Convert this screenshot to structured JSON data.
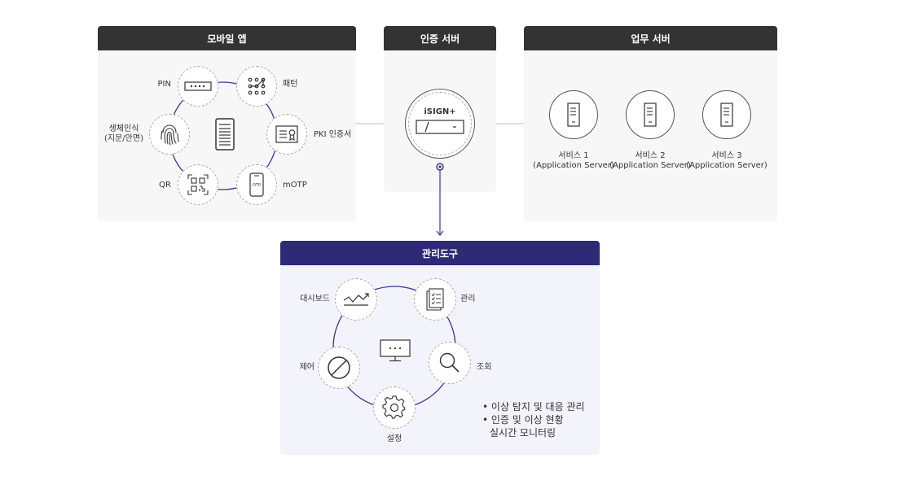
{
  "mobile": {
    "title": "모바일 앱",
    "methods": {
      "pin": "PIN",
      "pattern": "패턴",
      "pki": "PKI 인증서",
      "motp": "mOTP",
      "qr": "QR",
      "bio_line1": "생체인식",
      "bio_line2": "(지문/안면)"
    },
    "otp_text": "OTP"
  },
  "auth": {
    "title": "인증 서버",
    "product": "iSIGN+"
  },
  "business": {
    "title": "업무 서버",
    "servers": [
      {
        "name": "서비스 1",
        "type": "(Application Server)"
      },
      {
        "name": "서비스 2",
        "type": "(Application Server)"
      },
      {
        "name": "서비스 3",
        "type": "(Application Server)"
      }
    ]
  },
  "admin": {
    "title": "관리도구",
    "items": {
      "dashboard": "대시보드",
      "manage": "관리",
      "query": "조회",
      "settings": "설정",
      "control": "제어"
    },
    "bullets": [
      {
        "line1": "이상 탐지 및 대응 관리"
      },
      {
        "line1": "인증 및 이상 현황",
        "line2": "실시간 모니터링"
      }
    ]
  },
  "colors": {
    "header_dark": "#333333",
    "header_purple": "#2e2a78",
    "ring": "#3d3590",
    "panel_bg": "#f7f7f7",
    "admin_bg": "#f3f3fb"
  }
}
